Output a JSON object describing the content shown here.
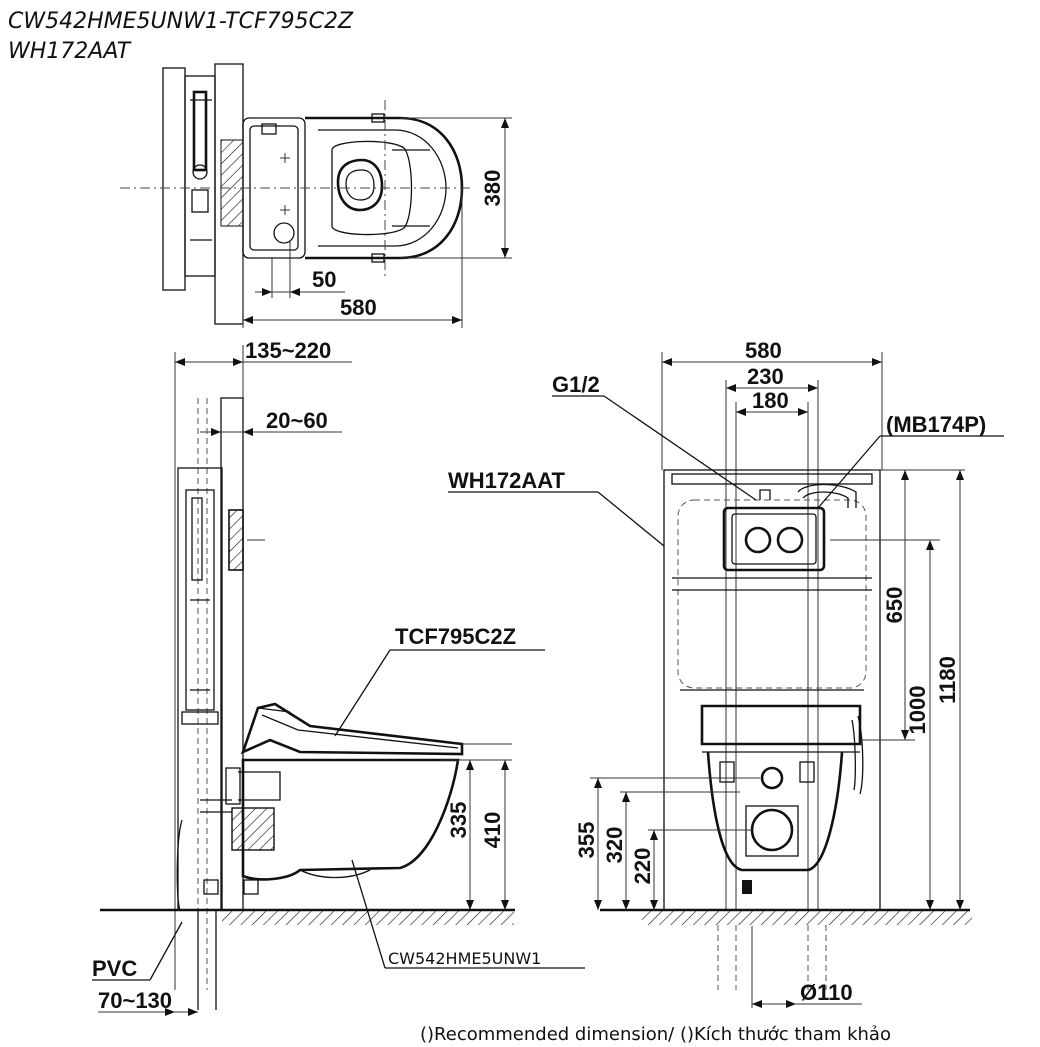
{
  "title": {
    "line1": "CW542HME5UNW1-TCF795C2Z",
    "line2": "WH172AAT"
  },
  "top_view": {
    "depth": "380",
    "offset": "50",
    "length": "580"
  },
  "side_view": {
    "wall_range": "135~220",
    "finish_range": "20~60",
    "seat_model": "TCF795C2Z",
    "bowl_model": "CW542HME5UNW1",
    "height_rim": "335",
    "height_seat": "410",
    "pipe_material": "PVC",
    "pipe_range": "70~130"
  },
  "front_view": {
    "frame_width": "580",
    "inlet_spacing": "230",
    "button_spacing": "180",
    "inlet_label": "G1/2",
    "button_model": "(MB174P)",
    "frame_model": "WH172AAT",
    "h_650": "650",
    "h_1000": "1000",
    "h_1180": "1180",
    "h_355": "355",
    "h_320": "320",
    "h_220": "220",
    "drain_dia": "Ø110"
  },
  "note": "()Recommended dimension/ ()Kích thước tham khảo"
}
